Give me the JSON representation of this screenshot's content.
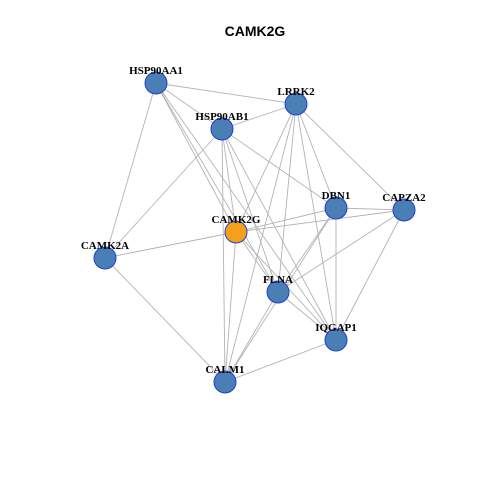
{
  "graph": {
    "title": "CAMK2G",
    "colors": {
      "node_fill": "#4a7fb6",
      "node_border": "#1f3fd0",
      "center_fill": "#f5a01a",
      "edge": "#b3b3b3"
    },
    "center": "CAMK2G",
    "nodes": [
      {
        "id": "HSP90AA1",
        "label": "HSP90AA1"
      },
      {
        "id": "LRRK2",
        "label": "LRRK2"
      },
      {
        "id": "HSP90AB1",
        "label": "HSP90AB1"
      },
      {
        "id": "DBN1",
        "label": "DBN1"
      },
      {
        "id": "CAPZA2",
        "label": "CAPZA2"
      },
      {
        "id": "CAMK2G",
        "label": "CAMK2G"
      },
      {
        "id": "CAMK2A",
        "label": "CAMK2A"
      },
      {
        "id": "FLNA",
        "label": "FLNA"
      },
      {
        "id": "IQGAP1",
        "label": "IQGAP1"
      },
      {
        "id": "CALM1",
        "label": "CALM1"
      }
    ],
    "edges": [
      [
        "HSP90AA1",
        "LRRK2"
      ],
      [
        "HSP90AA1",
        "HSP90AB1"
      ],
      [
        "HSP90AA1",
        "CAMK2A"
      ],
      [
        "HSP90AA1",
        "CAMK2G"
      ],
      [
        "HSP90AA1",
        "FLNA"
      ],
      [
        "HSP90AA1",
        "IQGAP1"
      ],
      [
        "LRRK2",
        "HSP90AB1"
      ],
      [
        "LRRK2",
        "CAMK2G"
      ],
      [
        "LRRK2",
        "DBN1"
      ],
      [
        "LRRK2",
        "FLNA"
      ],
      [
        "LRRK2",
        "CALM1"
      ],
      [
        "LRRK2",
        "IQGAP1"
      ],
      [
        "LRRK2",
        "CAPZA2"
      ],
      [
        "HSP90AB1",
        "CAMK2A"
      ],
      [
        "HSP90AB1",
        "CAMK2G"
      ],
      [
        "HSP90AB1",
        "DBN1"
      ],
      [
        "HSP90AB1",
        "FLNA"
      ],
      [
        "HSP90AB1",
        "CALM1"
      ],
      [
        "HSP90AB1",
        "IQGAP1"
      ],
      [
        "DBN1",
        "CAMK2G"
      ],
      [
        "DBN1",
        "CAPZA2"
      ],
      [
        "DBN1",
        "FLNA"
      ],
      [
        "DBN1",
        "IQGAP1"
      ],
      [
        "DBN1",
        "CALM1"
      ],
      [
        "CAPZA2",
        "CAMK2G"
      ],
      [
        "CAPZA2",
        "FLNA"
      ],
      [
        "CAPZA2",
        "IQGAP1"
      ],
      [
        "CAMK2G",
        "CAMK2A"
      ],
      [
        "CAMK2G",
        "FLNA"
      ],
      [
        "CAMK2G",
        "CALM1"
      ],
      [
        "CAMK2G",
        "IQGAP1"
      ],
      [
        "CAMK2A",
        "CALM1"
      ],
      [
        "FLNA",
        "IQGAP1"
      ],
      [
        "FLNA",
        "CALM1"
      ],
      [
        "IQGAP1",
        "CALM1"
      ]
    ]
  }
}
